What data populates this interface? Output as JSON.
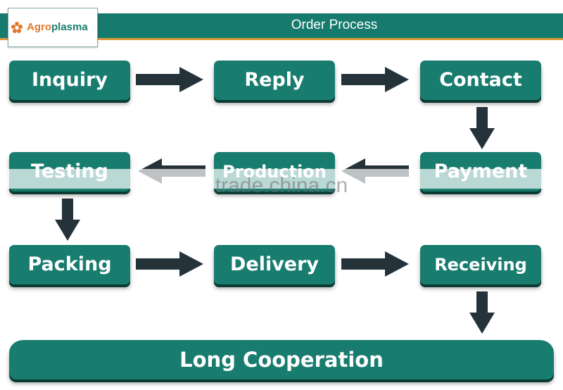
{
  "header": {
    "title": "Order Process"
  },
  "logo": {
    "text_a": "Agro",
    "text_b": "plasma",
    "icon": "flower-icon"
  },
  "steps": {
    "inquiry": "Inquiry",
    "reply": "Reply",
    "contact": "Contact",
    "payment": "Payment",
    "production": "Production",
    "testing": "Testing",
    "packing": "Packing",
    "delivery": "Delivery",
    "receiving": "Receiving"
  },
  "final": "Long Cooperation",
  "watermark": "trade.china.cn",
  "colors": {
    "teal": "#187c6f",
    "header": "#167a6e",
    "accent_orange": "#e0782a",
    "arrow": "#26323a"
  }
}
